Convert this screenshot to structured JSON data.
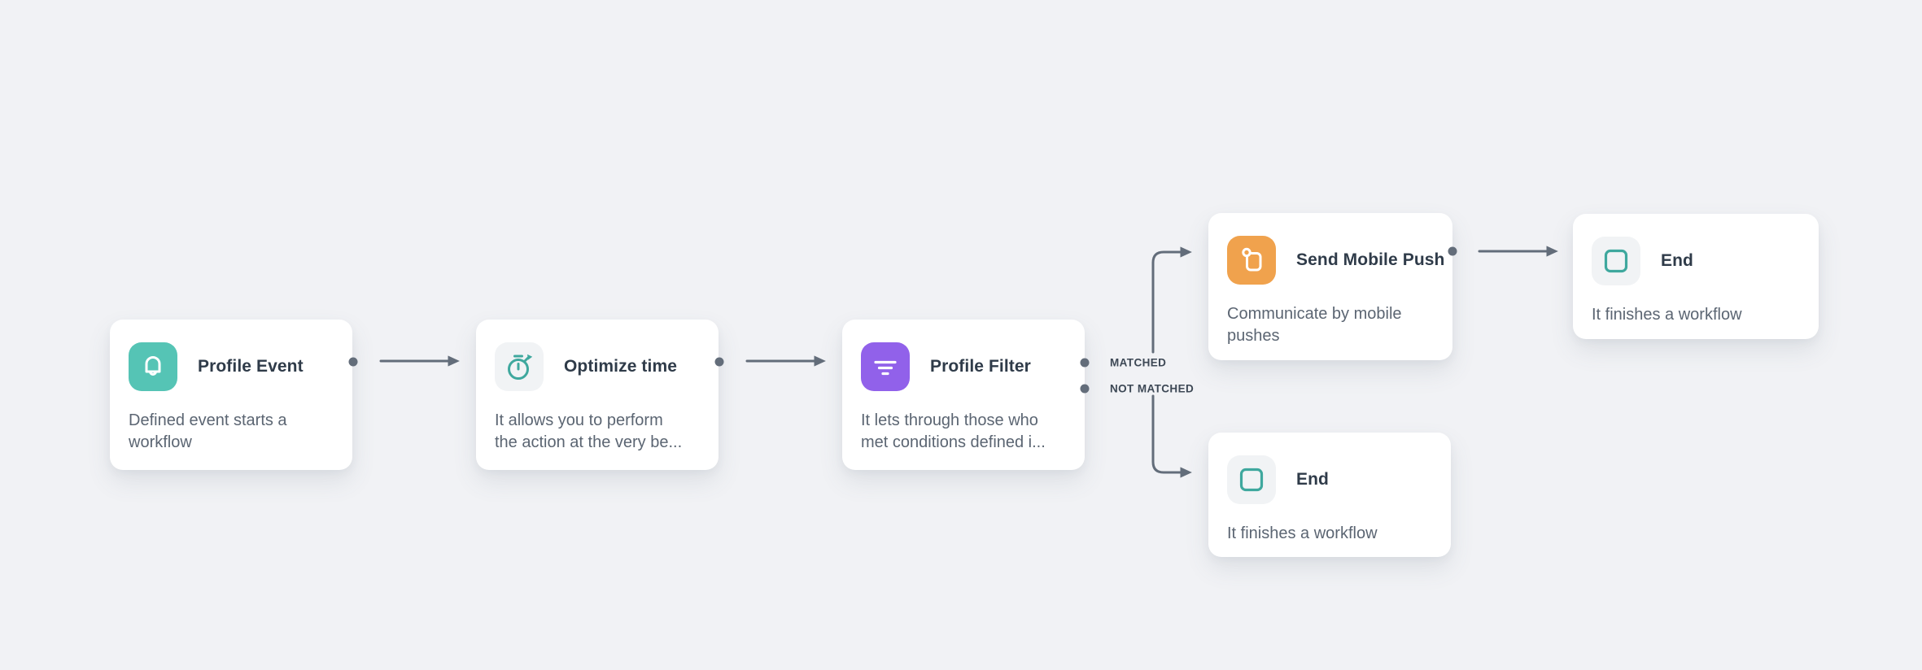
{
  "colors": {
    "bg": "#f1f2f5",
    "card": "#ffffff",
    "title": "#2f3b49",
    "desc": "#5b6572",
    "connector": "#636d7a",
    "label": "#3d4855",
    "teal": "#55c4b5",
    "teal-stroke": "#3fa89e",
    "purple": "#9161ea",
    "orange": "#f0a24d",
    "tile": "#f1f3f5"
  },
  "nodes": [
    {
      "title": "Profile Event",
      "description": "Defined event starts a workflow",
      "icon": "bell-icon",
      "icon_color": "teal"
    },
    {
      "title": "Optimize time",
      "description": "It allows you to perform the action at the very be...",
      "icon": "stopwatch-icon",
      "icon_color": "gray-tile-teal-stroke"
    },
    {
      "title": "Profile Filter",
      "description": "It lets through those who met conditions defined i...",
      "icon": "filter-icon",
      "icon_color": "purple"
    },
    {
      "title": "Send Mobile Push",
      "description": "Communicate by mobile pushes",
      "icon": "mobile-push-icon",
      "icon_color": "orange"
    },
    {
      "title": "End",
      "description": "It finishes a workflow",
      "icon": "end-square-icon",
      "icon_color": "gray-tile-teal-stroke"
    },
    {
      "title": "End",
      "description": "It finishes a workflow",
      "icon": "end-square-icon",
      "icon_color": "gray-tile-teal-stroke"
    }
  ],
  "branches": {
    "matched_label": "MATCHED",
    "not_matched_label": "NOT MATCHED"
  }
}
